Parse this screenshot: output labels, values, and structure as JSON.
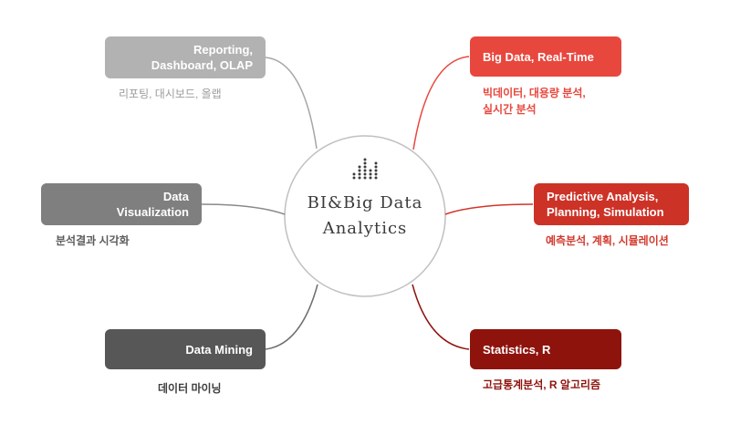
{
  "center": {
    "title_line1": "BI&Big Data",
    "title_line2": "Analytics",
    "text_color": "#3b3b3b",
    "icon": "dotted-bar-chart-icon",
    "icon_color": "#3d3d3d",
    "circle_color": "#c0c0c0"
  },
  "left_items": [
    {
      "label_lines": [
        "Reporting,",
        "Dashboard, OLAP"
      ],
      "subtitle": "리포팅, 대시보드, 올랩",
      "box_color": "#b2b2b2",
      "subtitle_color": "#9c9c9c",
      "connector_color": "#a6a6a6"
    },
    {
      "label_lines": [
        "Data",
        "Visualization"
      ],
      "subtitle": "분석결과 시각화",
      "box_color": "#7f7f7f",
      "subtitle_color": "#5c5c5c",
      "connector_color": "#8a8a8a"
    },
    {
      "label_lines": [
        "Data Mining"
      ],
      "subtitle": "데이터 마이닝",
      "box_color": "#575757",
      "subtitle_color": "#3e3e3e",
      "connector_color": "#6e6e6e"
    }
  ],
  "right_items": [
    {
      "label_lines": [
        "Big Data, Real-Time"
      ],
      "subtitle_lines": [
        "빅데이터, 대용량 분석,",
        "실시간 분석"
      ],
      "box_color": "#e8473e",
      "subtitle_color": "#e8473e",
      "connector_color": "#e8473e"
    },
    {
      "label_lines": [
        "Predictive Analysis,",
        "Planning, Simulation"
      ],
      "subtitle_lines": [
        "예측분석, 계획, 시뮬레이션"
      ],
      "box_color": "#cd3227",
      "subtitle_color": "#d23a2e",
      "connector_color": "#d13429"
    },
    {
      "label_lines": [
        "Statistics, R"
      ],
      "subtitle_lines": [
        "고급통계분석, R 알고리즘"
      ],
      "box_color": "#8e130d",
      "subtitle_color": "#8e130d",
      "connector_color": "#8e130d"
    }
  ]
}
